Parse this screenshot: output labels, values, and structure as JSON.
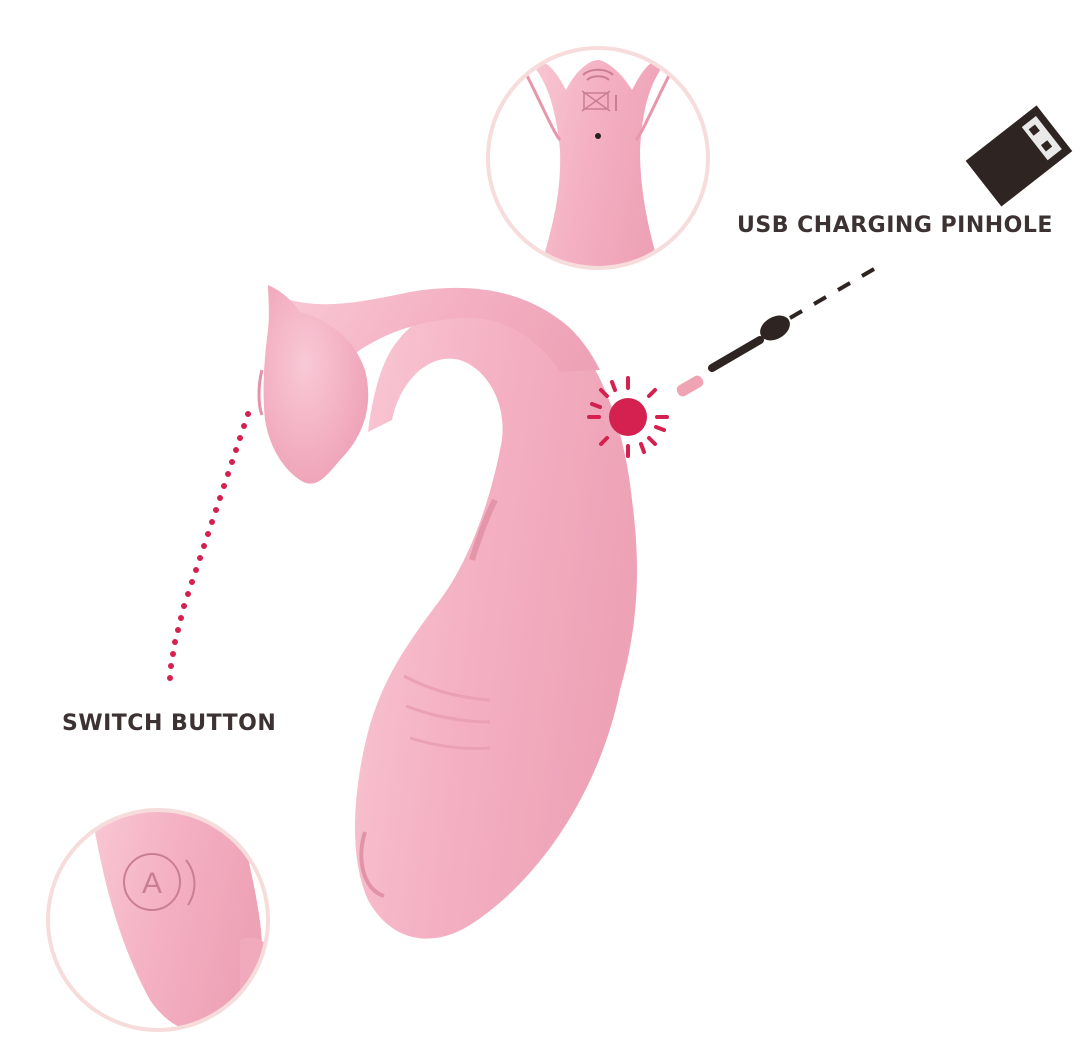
{
  "labels": {
    "usb_charging": "USB CHARGING PINHOLE",
    "switch_button": "SWITCH BUTTON"
  },
  "icons": {
    "switch_glyph": "A",
    "usb_plug": "usb-plug-icon",
    "charging_cable": "charging-cable-icon",
    "charging_port": "charging-port-marker"
  },
  "colors": {
    "label_text": "#3d3232",
    "accent": "#d4214f",
    "product_pink": "#f4b3c5",
    "circle_border": "#f7dcdc",
    "icon_dark": "#2e2422"
  }
}
